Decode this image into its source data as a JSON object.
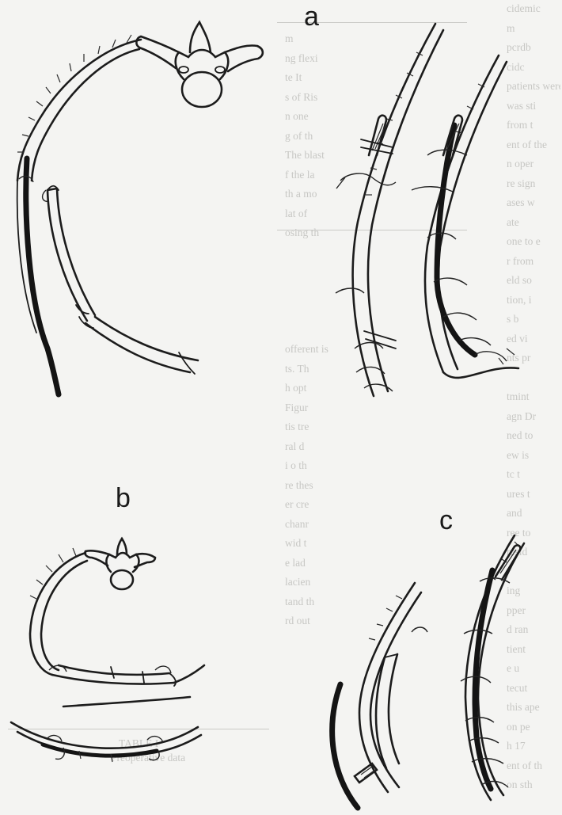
{
  "figure": {
    "labels": {
      "a": "a",
      "b": "b",
      "c": "c"
    }
  },
  "background_text": {
    "right_col": [
      "cidemic",
      "m",
      "pcrdb",
      "cidc",
      "patients were ma-",
      "was sti",
      "from t",
      "ent of the",
      "n oper",
      "re sign",
      "ases w",
      "ate",
      "one to e",
      "r from",
      "eld so",
      "tion, i",
      "s b",
      "ed vi",
      "nts pr",
      "",
      "tmint",
      "agn Dr",
      "ned to",
      "ew is",
      "tc t",
      "ures t",
      "and",
      "ree to",
      "resid",
      "",
      "ing",
      "pper",
      "d ran",
      "tient",
      "e u",
      "tecut",
      "this ape",
      "on pe",
      "h 17",
      "ent of th",
      "on sth"
    ],
    "mid_col": [
      "m",
      "ng flexi",
      "te It",
      "s of Ris",
      "n one",
      "g of th",
      "The blast",
      "f the la",
      "th a mo",
      "lat of",
      "osing th",
      "",
      "",
      "",
      "",
      "",
      "offerent is",
      "ts. Th",
      "h opt",
      "Figur",
      "tis tre",
      "ral d",
      "i o th",
      "re thes",
      "er cre",
      "chanr",
      "wid t",
      "e lad",
      "lacien",
      "tand th",
      "rd out",
      "",
      "",
      "",
      "",
      "",
      "",
      "",
      ""
    ],
    "bottom_left": [
      "TABLE I",
      "Preoperative data"
    ]
  }
}
